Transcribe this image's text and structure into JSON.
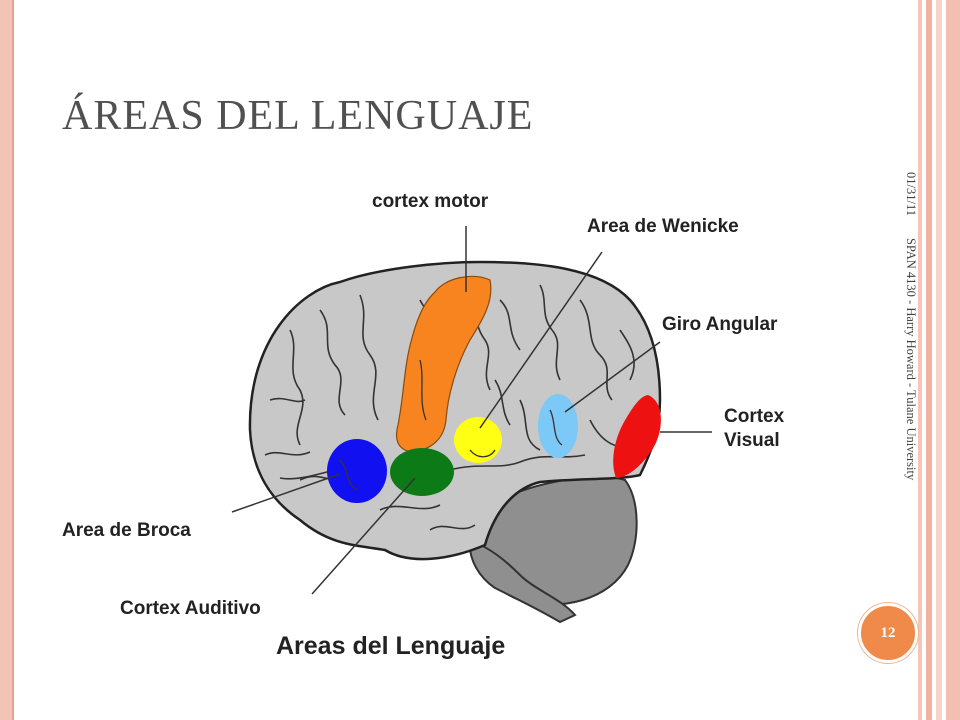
{
  "slide": {
    "title": "ÁREAS DEL LENGUAJE",
    "date": "01/31/11",
    "footer": "SPAN 4130 - Harry Howard - Tulane University",
    "page_number": "12"
  },
  "diagram": {
    "caption": "Areas del Lenguaje",
    "labels": {
      "cortex_motor": "cortex motor",
      "wernicke": "Area de Wenicke",
      "giro_angular": "Giro Angular",
      "cortex_visual_line1": "Cortex",
      "cortex_visual_line2": "Visual",
      "broca": "Area de Broca",
      "cortex_auditivo": "Cortex Auditivo"
    },
    "colors": {
      "brain": "#c8c8c8",
      "cerebellum": "#8f8f8f",
      "motor": "#f7841e",
      "wernicke": "#ffff14",
      "angular": "#7cc8f6",
      "visual": "#ee1111",
      "broca": "#1010f0",
      "auditory": "#0d7a18"
    }
  }
}
